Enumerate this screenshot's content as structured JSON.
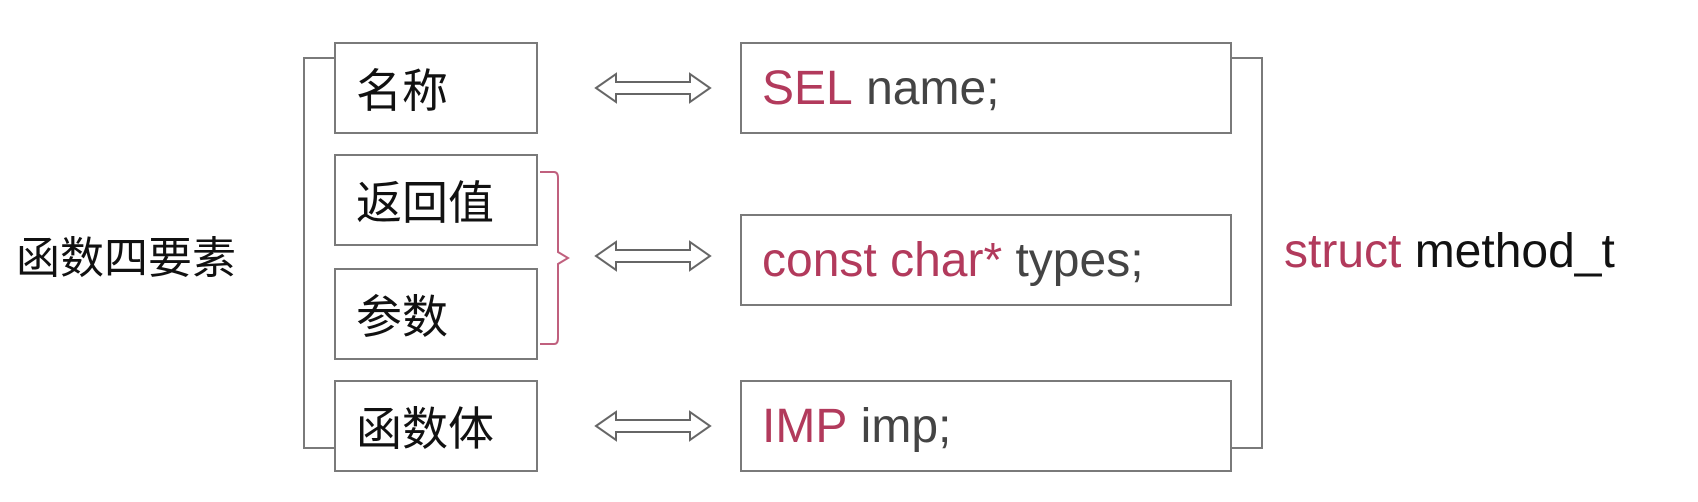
{
  "group_label": "函数四要素",
  "elements": [
    {
      "label": "名称"
    },
    {
      "label": "返回值"
    },
    {
      "label": "参数"
    },
    {
      "label": "函数体"
    }
  ],
  "fields": [
    {
      "type": "SEL",
      "name": " name;"
    },
    {
      "type": "const char*",
      "name": " types;"
    },
    {
      "type": "IMP",
      "name": " imp;"
    }
  ],
  "struct_label": {
    "keyword": "struct",
    "name": " method_t"
  },
  "colors": {
    "keyword": "#b23a5c",
    "text": "#444444",
    "border": "#7a7a7a",
    "bracket_accent": "#c0607e"
  }
}
